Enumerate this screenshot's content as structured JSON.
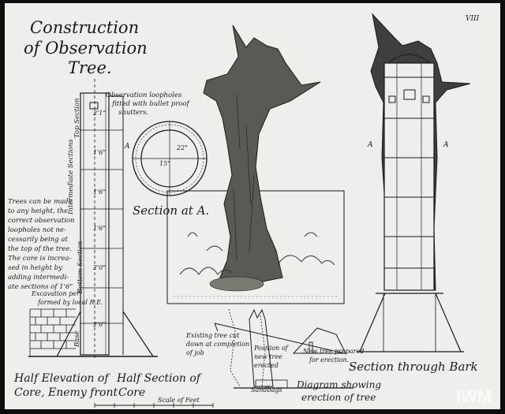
{
  "title": {
    "line1": "Construction",
    "line2": "of Observation",
    "line3": "Tree."
  },
  "sheet_ref": "VIII",
  "labels": {
    "top_section": "Top Section",
    "intermediate": "Intermediate Sections",
    "bottom_section": "Bottom Section",
    "base": "Base",
    "observation_loopholes": [
      "Observation loopholes",
      "fitted with bullet proof",
      "shutters."
    ],
    "section_a": "Section at A.",
    "section_dims": {
      "outer": "22\"",
      "inner": "15\""
    },
    "height_marks": [
      "2'1\"",
      "1'6\"",
      "1'6\"",
      "1'6\"",
      "2'0\"",
      "2'6\""
    ],
    "marker_a": "A",
    "trees_note": [
      "Trees can be made",
      "to any height, the",
      "correct observation",
      "loopholes not ne-",
      "cessarily being at",
      "the top of the tree.",
      "The core is increa-",
      "sed in height by",
      "adding intermedi-",
      "ate sections of 1'6\""
    ],
    "excavation": [
      "Excavation per-",
      "formed by local R.E."
    ],
    "half_elevation": [
      "Half Elevation of",
      "Core, Enemy front"
    ],
    "half_section": [
      "Half Section of",
      "Core"
    ],
    "scale": "Scale of Feet",
    "section_bark": "Section through Bark",
    "existing_tree": [
      "Existing tree cut",
      "down at completion",
      "of job"
    ],
    "new_tree": [
      "Position of",
      "new tree",
      "erected"
    ],
    "tree_prepared": [
      "New tree prepared",
      "for erection."
    ],
    "sandbags": "Sandbags",
    "diagram_showing": [
      "Diagram showing",
      "erection of tree"
    ]
  },
  "watermark": "IWM",
  "colors": {
    "ink": "#1a1a1a",
    "paper": "#eeeeeb",
    "frame": "#0d0d0d"
  }
}
